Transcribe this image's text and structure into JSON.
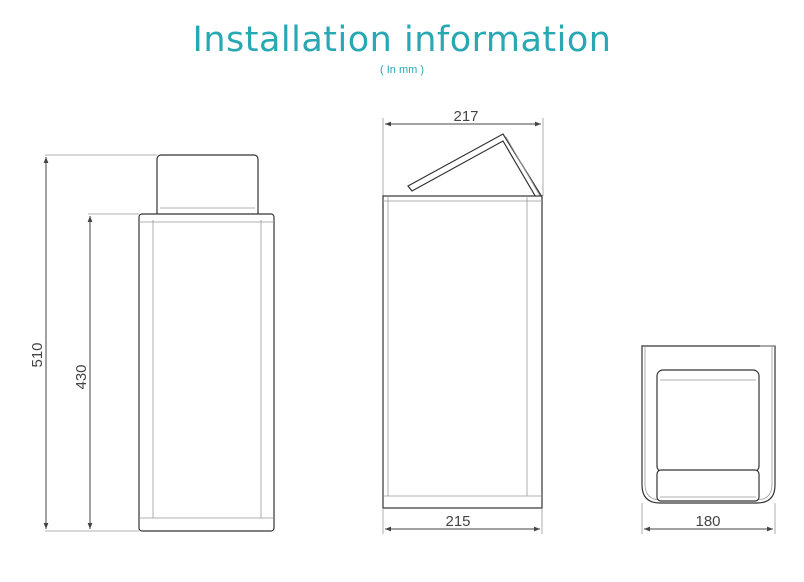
{
  "header": {
    "title": "Installation information",
    "unit_note": "( In mm )"
  },
  "dimensions": {
    "height_total": "510",
    "height_body": "430",
    "width_top": "217",
    "width_bottom": "215",
    "depth": "180"
  },
  "colors": {
    "accent": "#29a8b4",
    "line": "#444444"
  }
}
